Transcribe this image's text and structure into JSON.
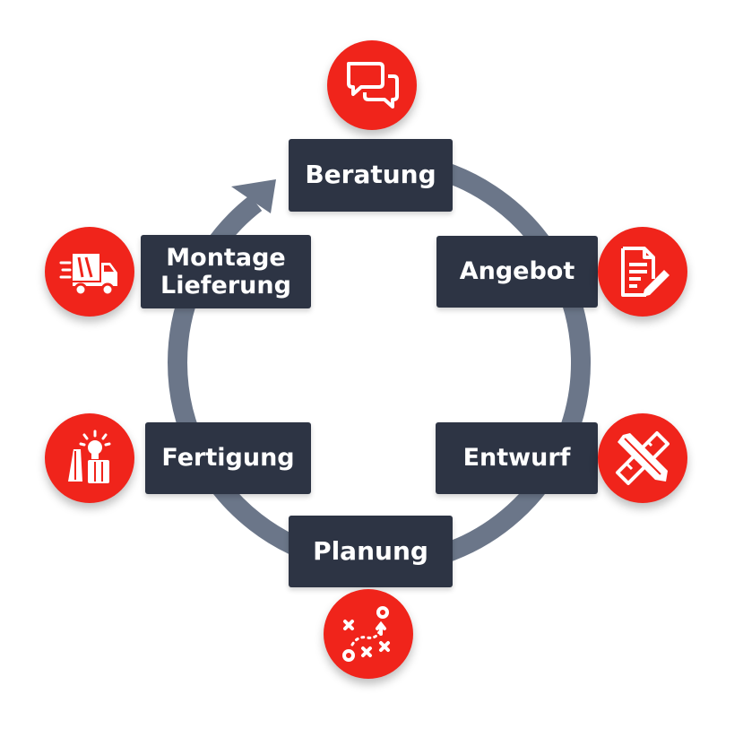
{
  "colors": {
    "accent": "#f0241b",
    "label_bg": "#2d3444",
    "ring": "#6b7689",
    "text": "#ffffff"
  },
  "steps": [
    {
      "label": "Beratung",
      "icon": "chat-bubbles-icon"
    },
    {
      "label": "Angebot",
      "icon": "document-pen-icon"
    },
    {
      "label": "Entwurf",
      "icon": "ruler-pencil-icon"
    },
    {
      "label": "Planung",
      "icon": "strategy-plan-icon"
    },
    {
      "label": "Fertigung",
      "icon": "tools-idea-icon"
    },
    {
      "label_line1": "Montage",
      "label_line2": "Lieferung",
      "icon": "delivery-truck-icon"
    }
  ]
}
